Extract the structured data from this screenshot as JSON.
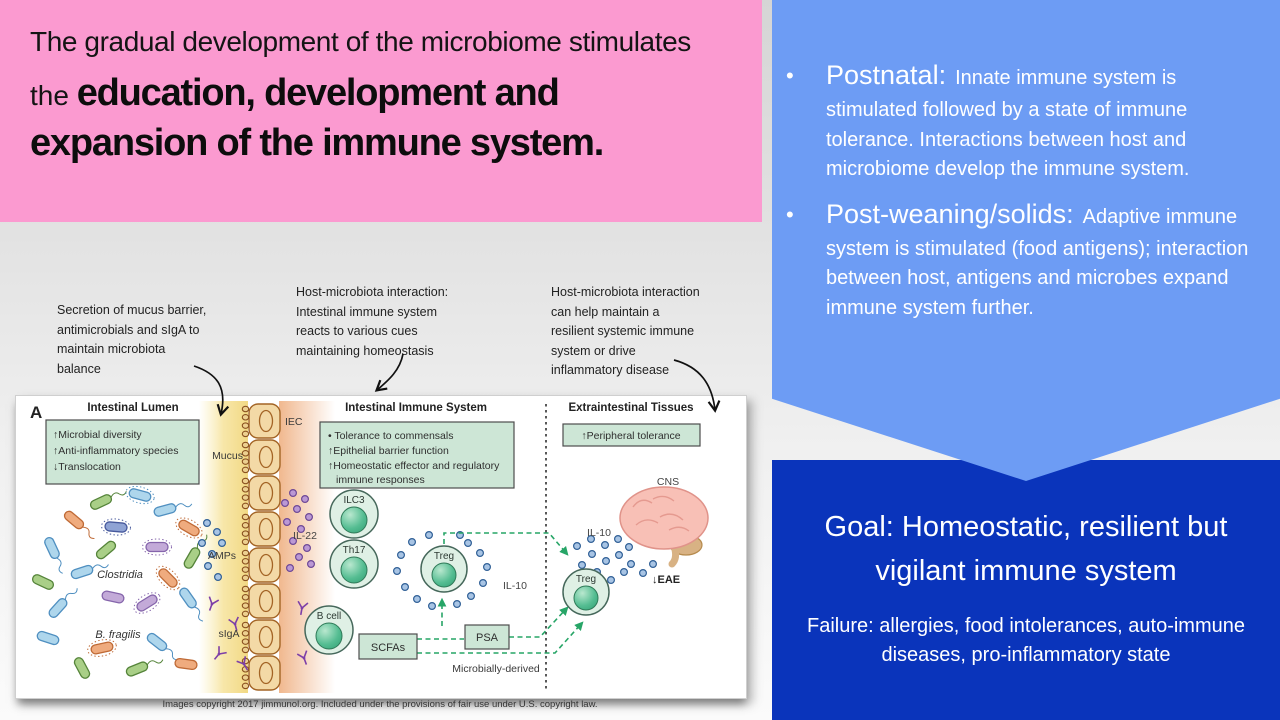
{
  "slide": {
    "title": {
      "line1": "The gradual development of the microbiome stimulates",
      "line2_small": "the ",
      "line2_bold": "education, development and",
      "line3_bold": "expansion of the immune system."
    },
    "bullets": [
      {
        "lead": "Postnatal:",
        "body": "Innate immune system is stimulated followed by a state of immune tolerance. Interactions between host and microbiome develop the immune system."
      },
      {
        "lead": "Post-weaning/solids:",
        "body": "Adaptive immune system is stimulated (food antigens); interaction between host, antigens and microbes expand immune system further."
      }
    ],
    "goal": {
      "title": "Goal: Homeostatic, resilient but vigilant immune system",
      "failure": "Failure: allergies, food intolerances, auto-immune diseases, pro-inflammatory state"
    },
    "annotations": [
      {
        "text": "Secretion of mucus barrier, antimicrobials and sIgA to maintain microbiota balance"
      },
      {
        "text": "Host-microbiota interaction: Intestinal immune system reacts to various cues maintaining homeostasis"
      },
      {
        "text": "Host-microbiota interaction can help maintain a resilient systemic immune system or drive inflammatory disease"
      }
    ],
    "caption": "Images copyright 2017 jimmunol.org. Included under the provisions of fair use under U.S. copyright law.",
    "colors": {
      "pink": "#fb9ad0",
      "light_blue": "#6d9cf4",
      "dark_blue": "#0a34bb",
      "mint": "#cde6d6",
      "arrow_green": "#27a567"
    }
  },
  "figure": {
    "panel_label": "A",
    "col1": {
      "header": "Intestinal Lumen",
      "box_lines": [
        "↑Microbial diversity",
        "↑Anti-inflammatory species",
        "↓Translocation"
      ],
      "bacteria_labels": [
        "Clostridia",
        "B. fragilis"
      ],
      "labels": {
        "mucus": "Mucus",
        "amps": "AMPs",
        "siga": "sIgA"
      }
    },
    "col2": {
      "header": "Intestinal Immune System",
      "box_lines": [
        "• Tolerance to commensals",
        "↑Epithelial barrier function",
        "↑Homeostatic effector and regulatory",
        "immune responses"
      ],
      "labels": {
        "iec": "IEC",
        "il22": "IL-22",
        "ilc3": "ILC3",
        "th17": "Th17",
        "bcell": "B cell",
        "treg": "Treg",
        "il10": "IL-10",
        "scfas": "SCFAs",
        "psa": "PSA",
        "microbially": "Microbially-derived"
      }
    },
    "col3": {
      "header": "Extraintestinal Tissues",
      "box_lines": [
        "↑Peripheral tolerance"
      ],
      "labels": {
        "cns": "CNS",
        "il10": "IL-10",
        "treg": "Treg",
        "eae": "↓EAE"
      }
    }
  }
}
